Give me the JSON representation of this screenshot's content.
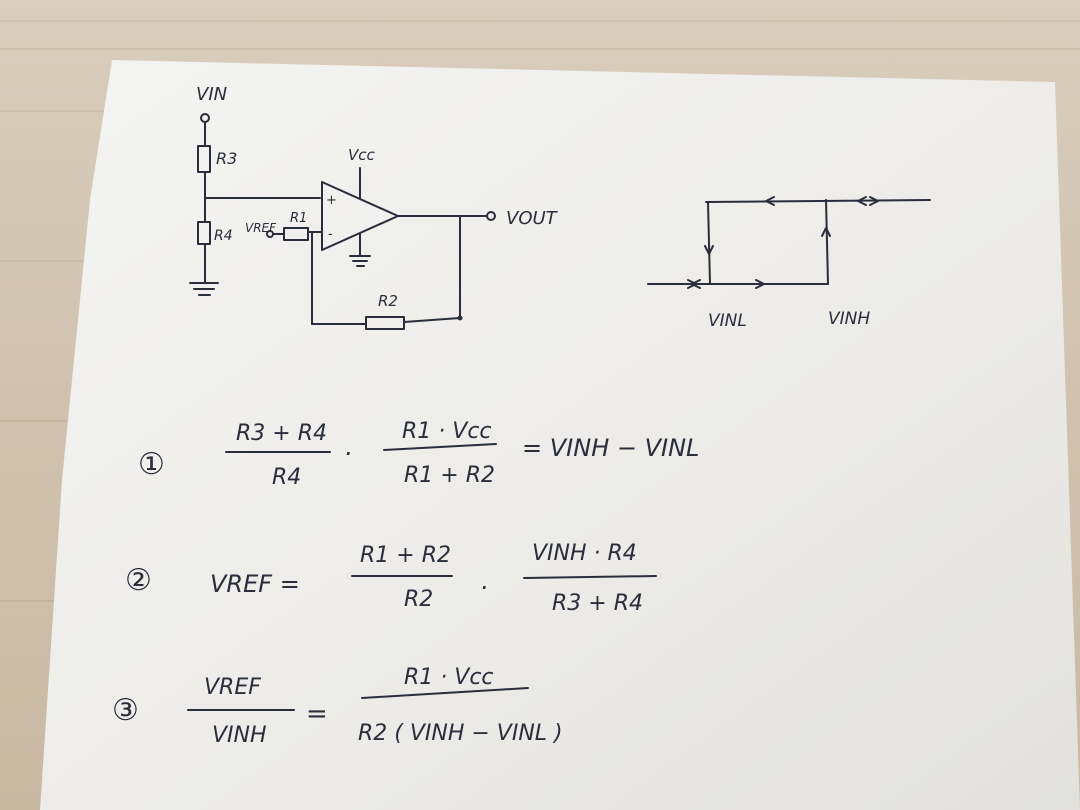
{
  "circuit": {
    "vin": "VIN",
    "vcc": "Vcc",
    "vout": "VOUT",
    "vref": "VREF",
    "r1": "R1",
    "r2": "R2",
    "r3": "R3",
    "r4": "R4",
    "plus": "+",
    "minus": "-"
  },
  "hysteresis": {
    "vinl": "VINL",
    "vinh": "VINH"
  },
  "eq1": {
    "num": "①",
    "frac1_top": "R3 + R4",
    "frac1_bottom": "R4",
    "dot": "·",
    "frac2_top": "R1 · Vcc",
    "frac2_bottom": "R1 + R2",
    "rhs": "= VINH − VINL"
  },
  "eq2": {
    "num": "②",
    "lhs": "VREF =",
    "frac1_top": "R1 + R2",
    "frac1_bottom": "R2",
    "dot": "·",
    "frac2_top": "VINH · R4",
    "frac2_bottom": "R3 + R4"
  },
  "eq3": {
    "num": "③",
    "frac1_top": "VREF",
    "frac1_bottom": "VINH",
    "eq": "=",
    "frac2_top": "R1 · Vcc",
    "frac2_bottom": "R2 ( VINH − VINL )"
  }
}
